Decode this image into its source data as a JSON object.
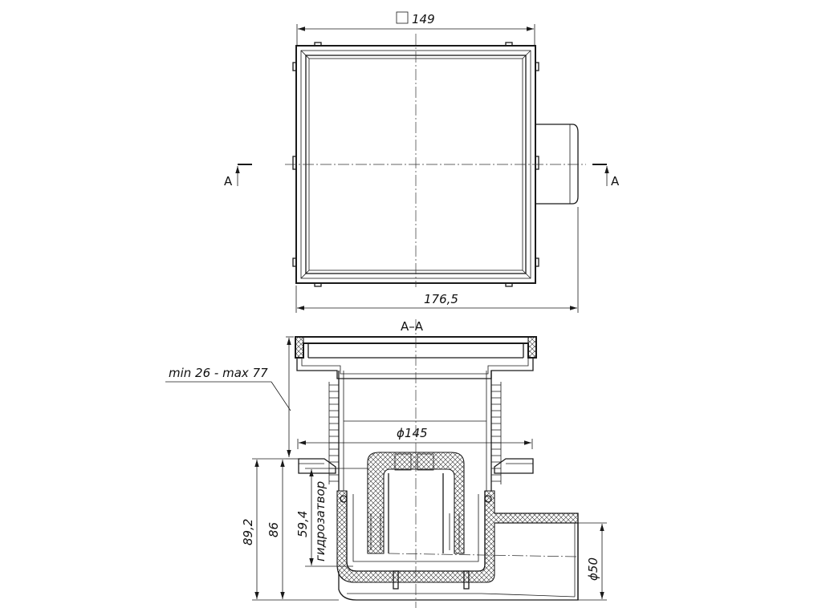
{
  "top_view": {
    "width_label": "149",
    "overall_width_label": "176,5",
    "section_mark": "A"
  },
  "section_view": {
    "title": "A–A",
    "adjust_range_label": "min 26 - max 77",
    "diameter_body_label": "ϕ145",
    "diameter_outlet_label": "ϕ50",
    "height_total_label": "89,2",
    "height_body_label": "86",
    "trap_height_label": "59,4",
    "trap_label": "гидрозатвор"
  }
}
